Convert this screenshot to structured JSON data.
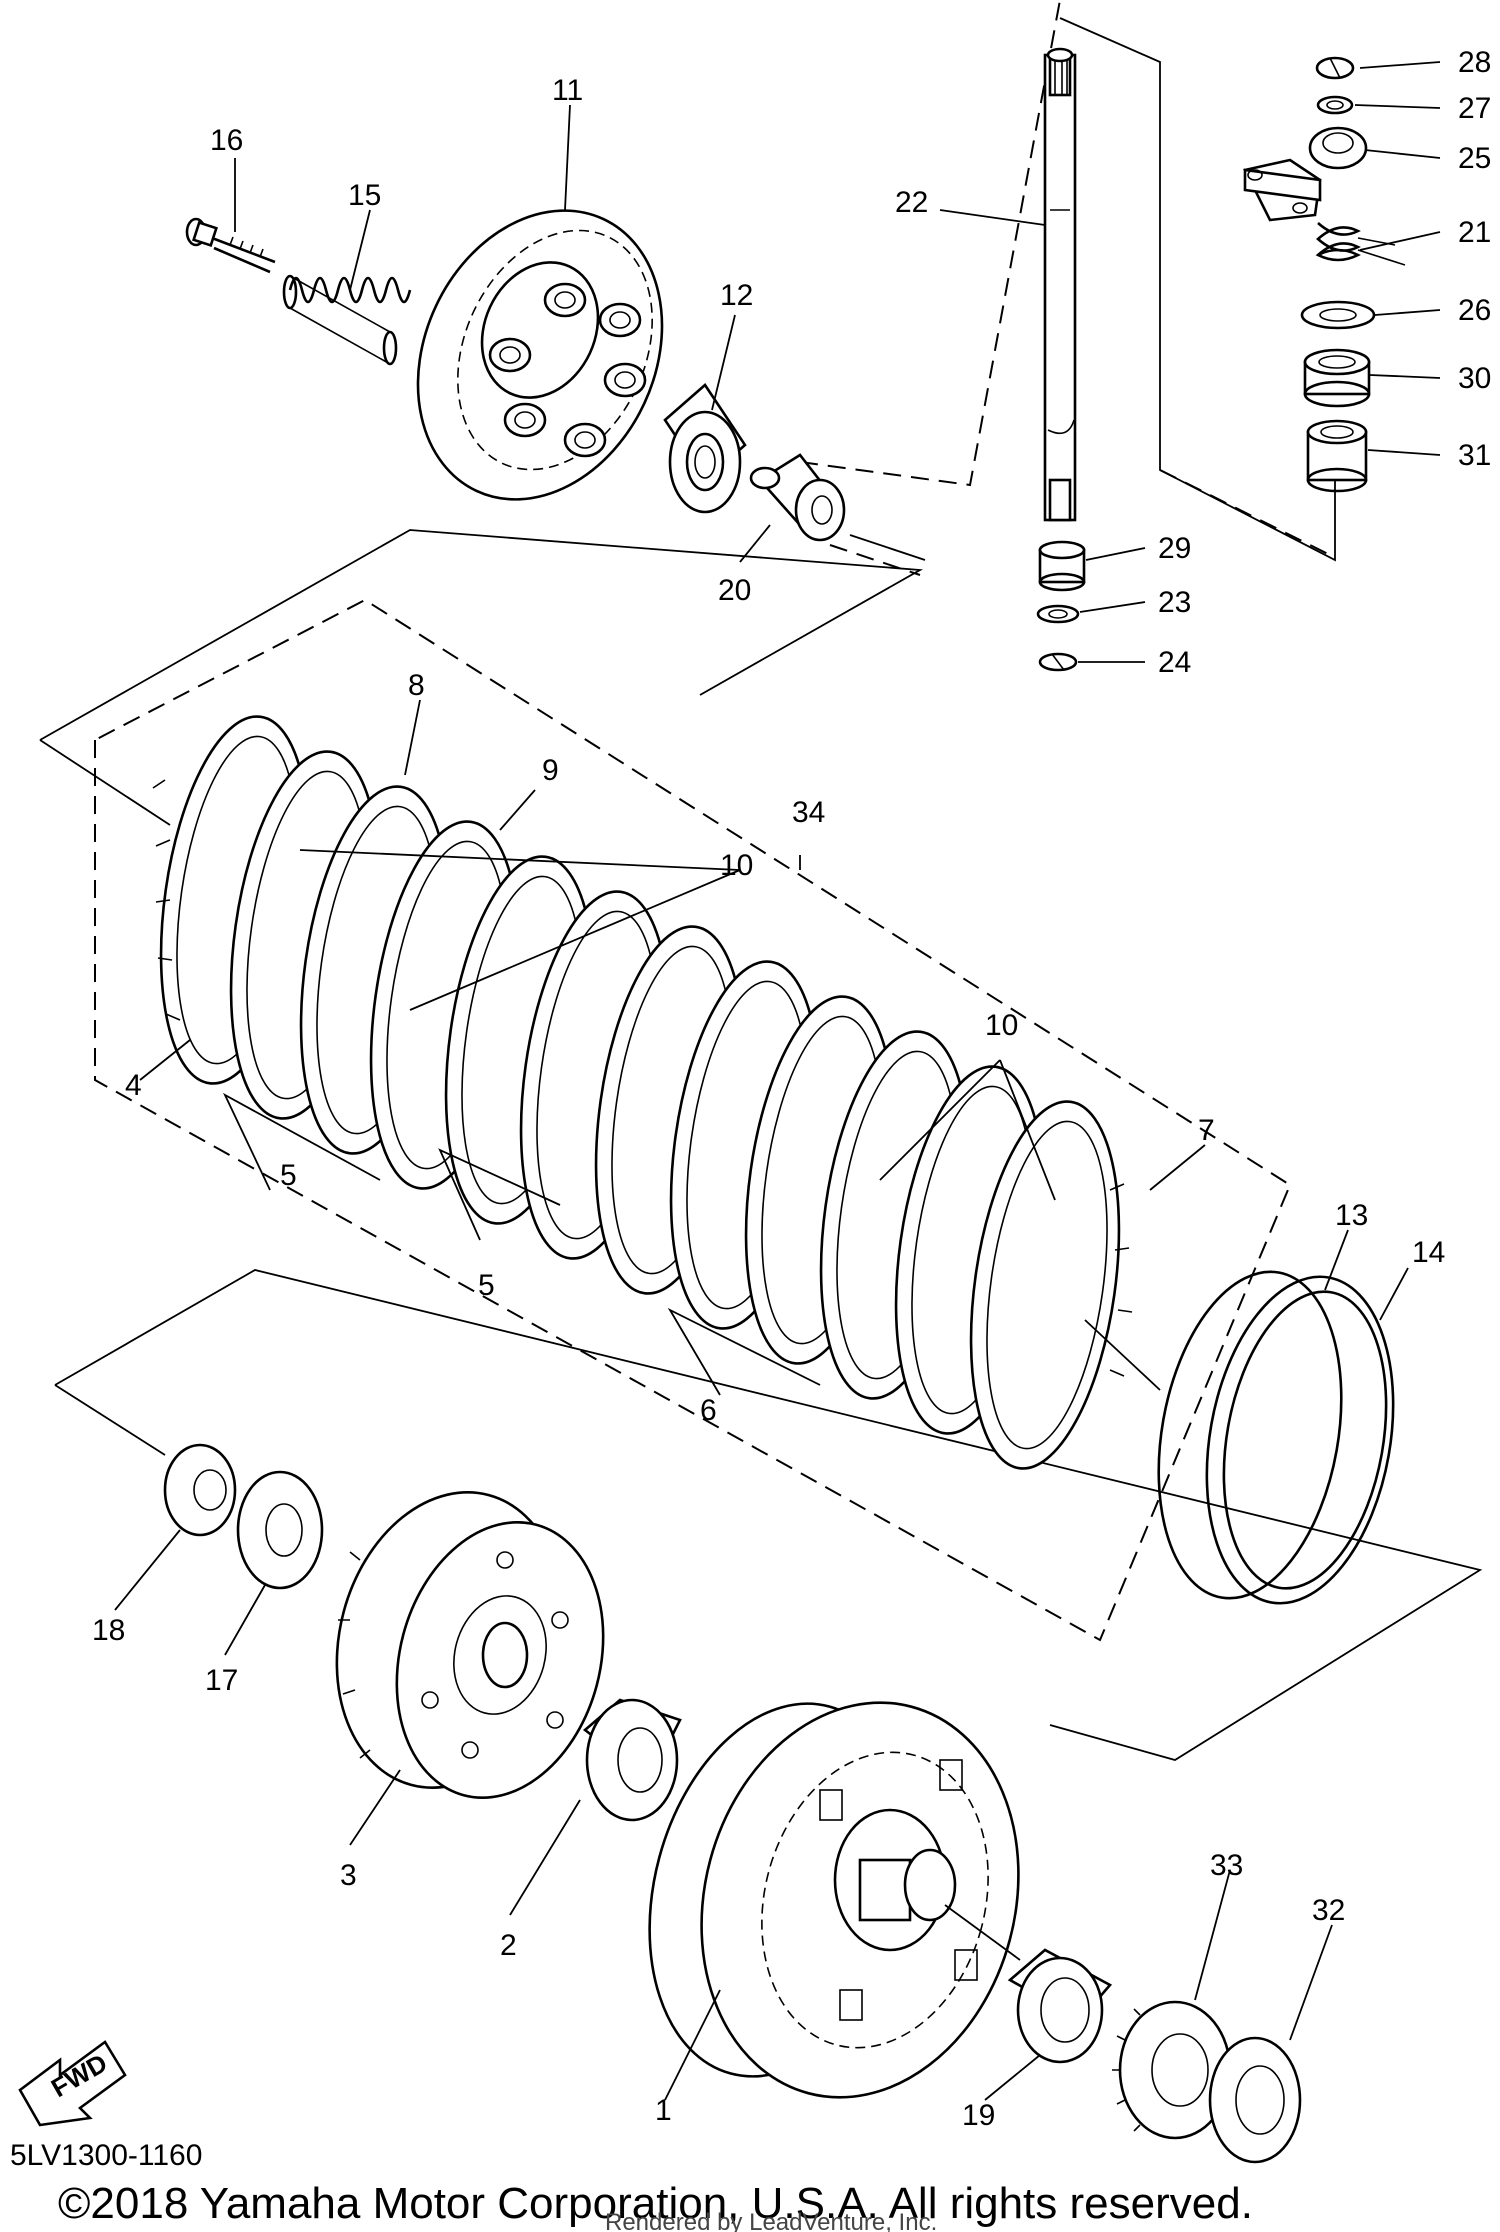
{
  "diagram": {
    "part_code": "5LV1300-1160",
    "copyright": "©2018 Yamaha Motor Corporation, U.S.A. All rights reserved.",
    "watermark": "Rendered by LeadVenture, Inc.",
    "fwd_label": "FWD",
    "callouts": {
      "c1": "1",
      "c2": "2",
      "c3": "3",
      "c4": "4",
      "c5a": "5",
      "c5b": "5",
      "c6": "6",
      "c7": "7",
      "c8": "8",
      "c9": "9",
      "c10a": "10",
      "c10b": "10",
      "c11": "11",
      "c12": "12",
      "c13": "13",
      "c14": "14",
      "c15": "15",
      "c16": "16",
      "c17": "17",
      "c18": "18",
      "c19": "19",
      "c20": "20",
      "c21": "21",
      "c22": "22",
      "c23": "23",
      "c24": "24",
      "c25": "25",
      "c26": "26",
      "c27": "27",
      "c28": "28",
      "c29": "29",
      "c30": "30",
      "c31": "31",
      "c32": "32",
      "c33": "33",
      "c34": "34"
    }
  }
}
